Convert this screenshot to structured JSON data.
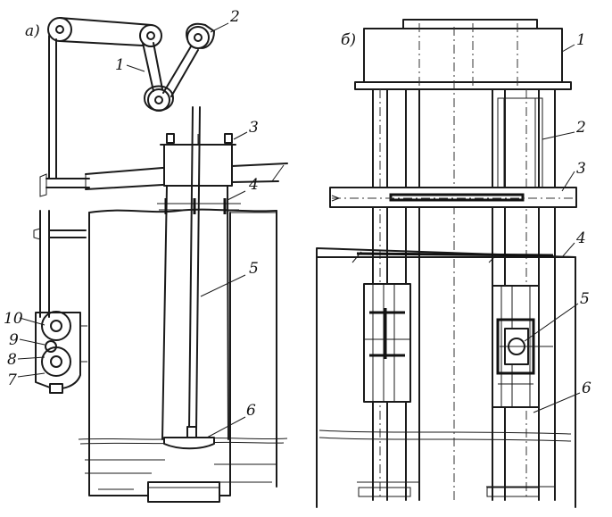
{
  "panels": {
    "a": {
      "title": "а)",
      "labels": [
        "1",
        "2",
        "3",
        "4",
        "5",
        "6",
        "7",
        "8",
        "9",
        "10"
      ]
    },
    "b": {
      "title": "б)",
      "labels": [
        "1",
        "2",
        "3",
        "4",
        "5",
        "6"
      ]
    }
  }
}
